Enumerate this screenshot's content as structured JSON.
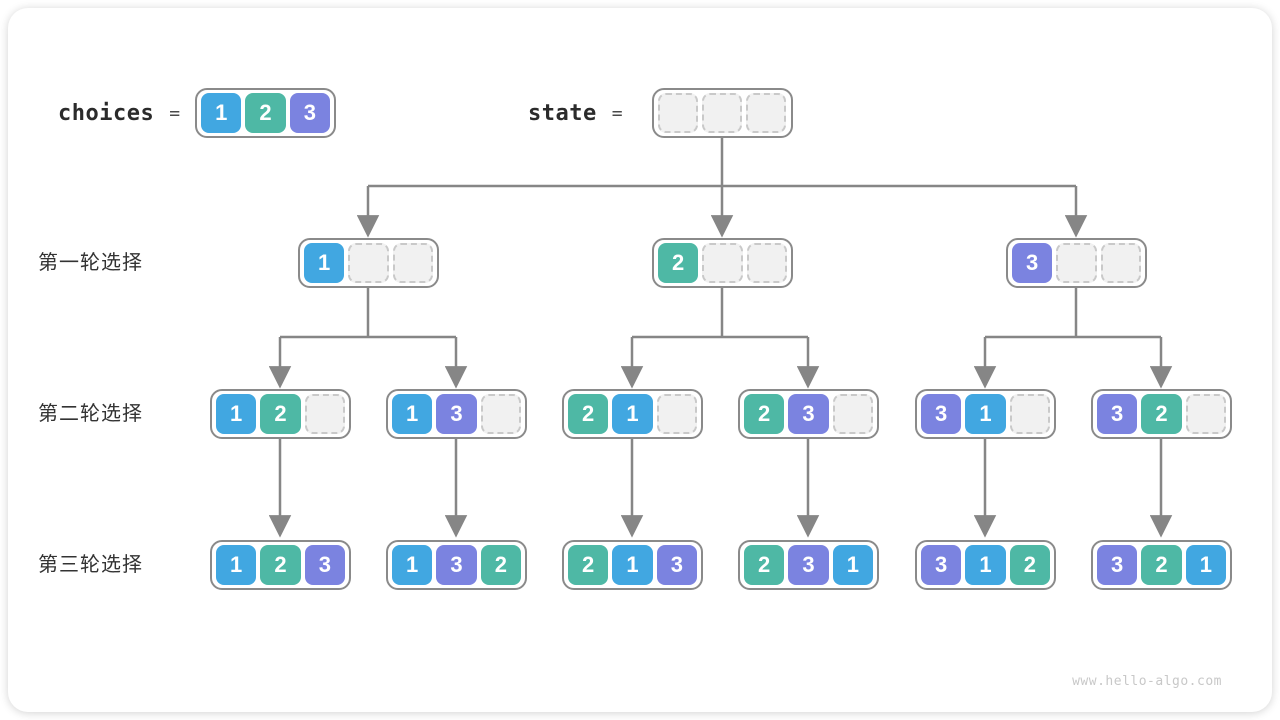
{
  "watermark": "www.hello-algo.com",
  "colors": {
    "1": "#41A7E1",
    "2": "#4EB8A5",
    "3": "#7B83E0",
    "connector": "#868686",
    "node_border": "#8A8A8A",
    "empty_fill": "#F1F1F1",
    "empty_border": "#C9C9C9"
  },
  "legend": {
    "choices": {
      "label": "choices",
      "equals": "=",
      "cells": [
        "1",
        "2",
        "3"
      ]
    },
    "state": {
      "label": "state",
      "equals": "=",
      "cells": [
        "",
        "",
        ""
      ]
    }
  },
  "rows": [
    {
      "label": "第一轮选择",
      "nodes": [
        [
          "1",
          "",
          ""
        ],
        [
          "2",
          "",
          ""
        ],
        [
          "3",
          "",
          ""
        ]
      ]
    },
    {
      "label": "第二轮选择",
      "nodes": [
        [
          "1",
          "2",
          ""
        ],
        [
          "1",
          "3",
          ""
        ],
        [
          "2",
          "1",
          ""
        ],
        [
          "2",
          "3",
          ""
        ],
        [
          "3",
          "1",
          ""
        ],
        [
          "3",
          "2",
          ""
        ]
      ]
    },
    {
      "label": "第三轮选择",
      "nodes": [
        [
          "1",
          "2",
          "3"
        ],
        [
          "1",
          "3",
          "2"
        ],
        [
          "2",
          "1",
          "3"
        ],
        [
          "2",
          "3",
          "1"
        ],
        [
          "3",
          "1",
          "2"
        ],
        [
          "3",
          "2",
          "1"
        ]
      ]
    }
  ]
}
